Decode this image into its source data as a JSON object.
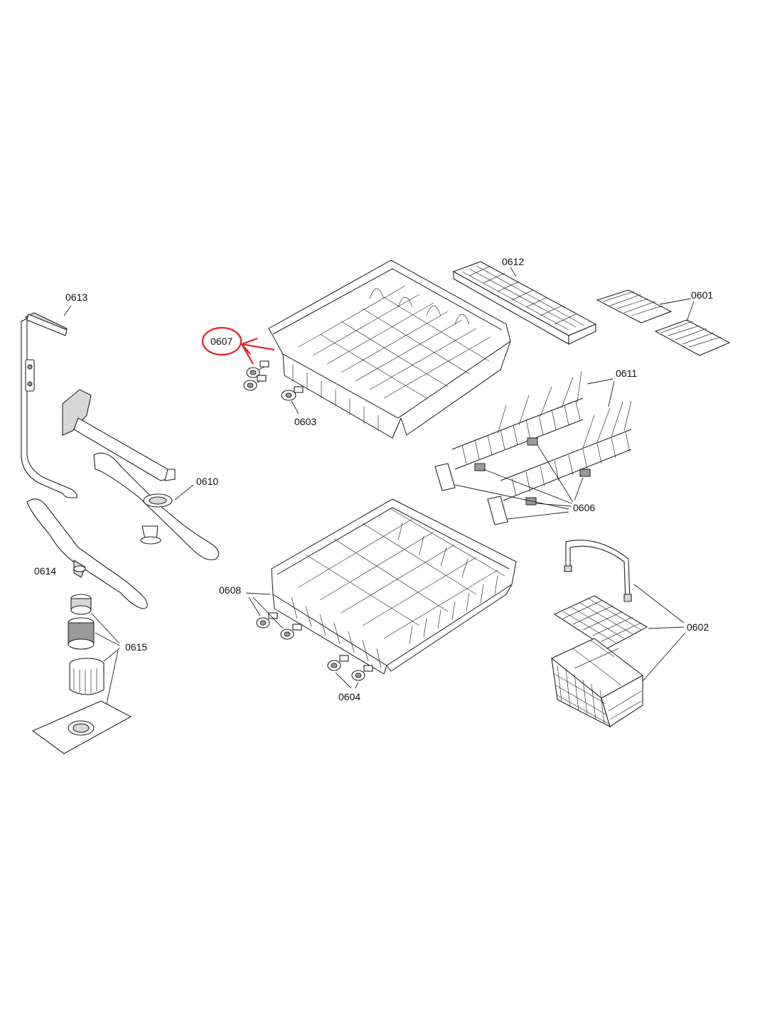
{
  "labels": {
    "p0601": "0601",
    "p0602": "0602",
    "p0603": "0603",
    "p0604": "0604",
    "p0606": "0606",
    "p0607": "0607",
    "p0608": "0608",
    "p0610": "0610",
    "p0611": "0611",
    "p0612": "0612",
    "p0613": "0613",
    "p0614": "0614",
    "p0615": "0615"
  },
  "highlight_color": "#e0242a"
}
